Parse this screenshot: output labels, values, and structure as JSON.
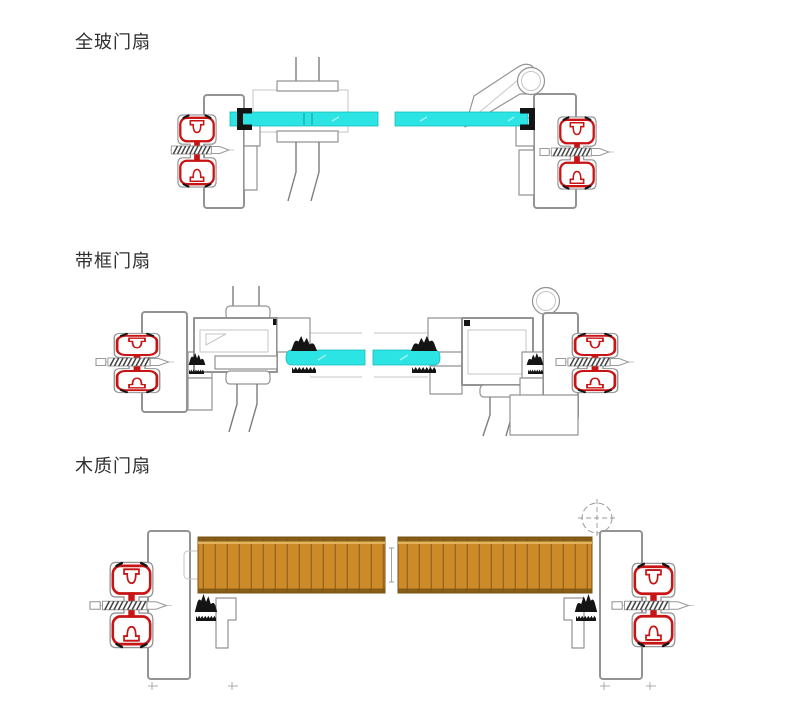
{
  "page": {
    "background": "#ffffff"
  },
  "sections": [
    {
      "id": "all-glass",
      "title": "全玻门扇"
    },
    {
      "id": "framed",
      "title": "带框门扇"
    },
    {
      "id": "wooden",
      "title": "木质门扇"
    }
  ],
  "colors": {
    "gasket_red": "#c81414",
    "glass_cyan": "#2de4e4",
    "glass_edge": "#17b9b9",
    "profile_gray": "#939393",
    "profile_light": "#c6c6c6",
    "wood_fill": "#cd8a28",
    "wood_line": "#9a661a",
    "wood_edge": "#7a5314",
    "seal_black": "#141414",
    "title_color": "#2f2f2f"
  },
  "diagrams": [
    {
      "name": "all-glass-door-section",
      "parts": [
        "jamb-profile-left",
        "rubber-gasket-seal-left",
        "glass-panel",
        "patch-fitting",
        "pivot-hinge-circle",
        "corner-clamp-bracket",
        "rubber-gasket-seal-right",
        "jamb-profile-right"
      ]
    },
    {
      "name": "framed-door-section",
      "parts": [
        "jamb-profile-left",
        "rubber-gasket-seal-left",
        "door-stile-left",
        "glazing-gaskets-black",
        "glass-panel",
        "door-stile-right",
        "pivot-hinge-circle",
        "rubber-gasket-seal-right",
        "jamb-profile-right"
      ]
    },
    {
      "name": "wooden-door-section",
      "parts": [
        "jamb-profile-left",
        "rubber-gasket-seal-left",
        "wood-panel",
        "panel-break-dimension",
        "pivot-hinge-dashed-circle",
        "rubber-gasket-seal-right",
        "jamb-profile-right"
      ]
    }
  ]
}
